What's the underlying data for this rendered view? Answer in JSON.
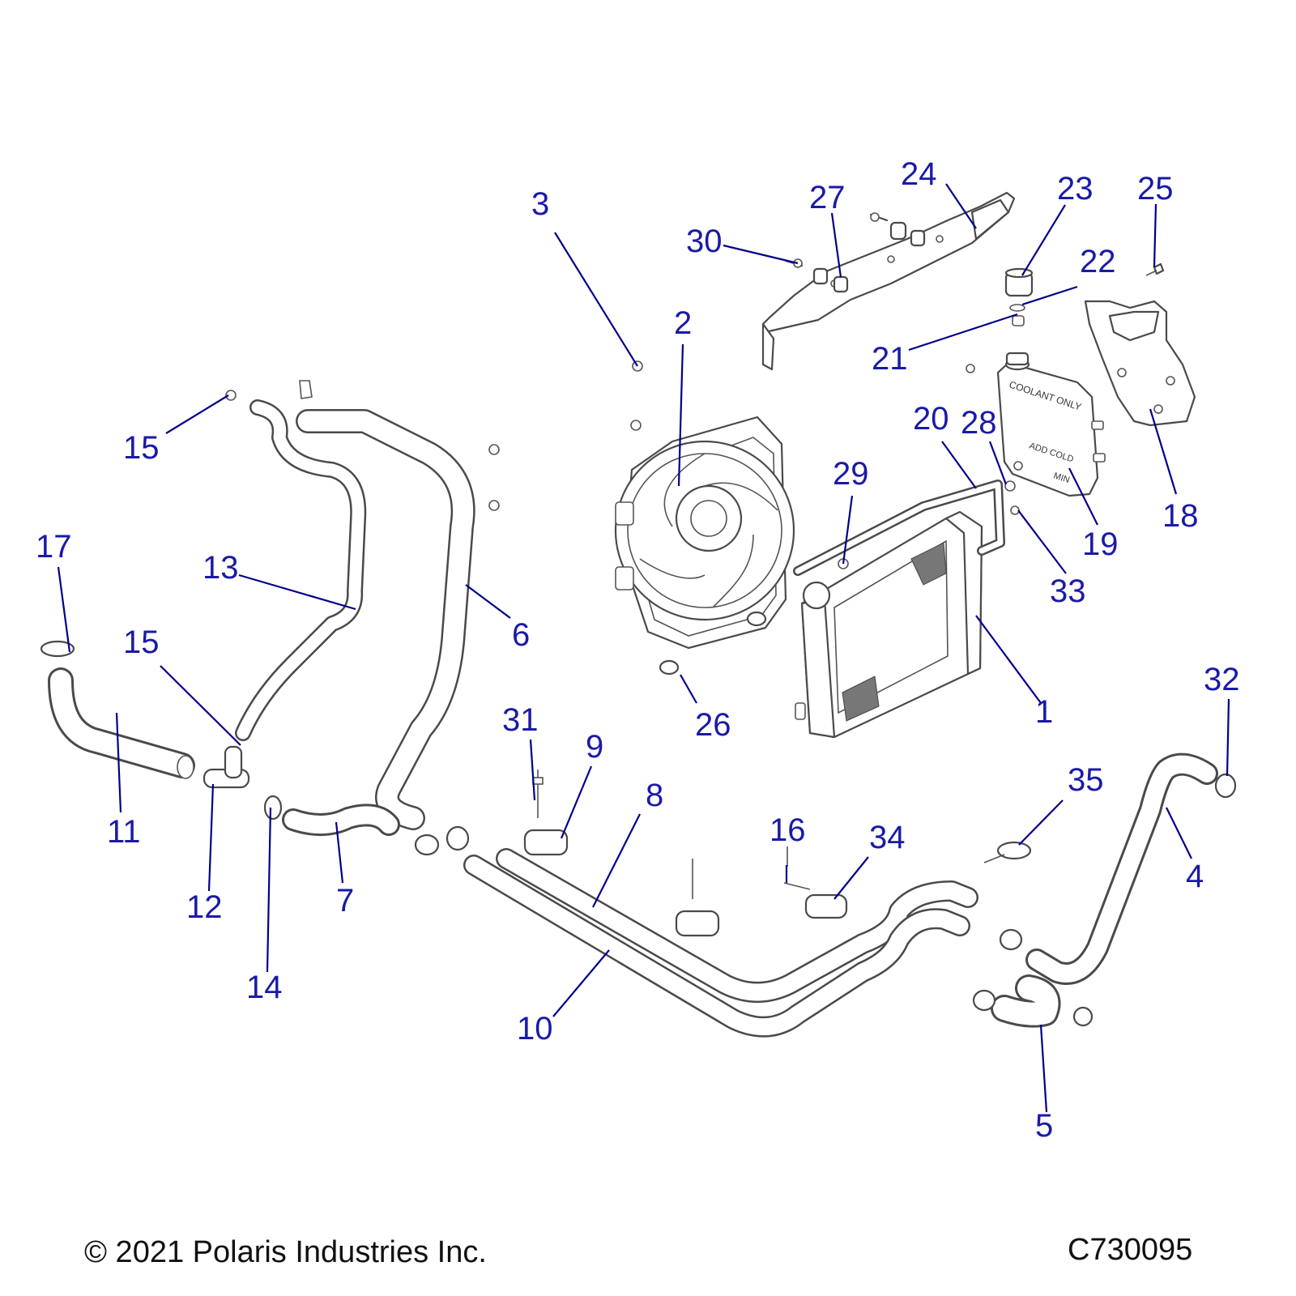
{
  "callouts": {
    "c1": "1",
    "c2": "2",
    "c3": "3",
    "c4": "4",
    "c5": "5",
    "c6": "6",
    "c7": "7",
    "c8": "8",
    "c9": "9",
    "c10": "10",
    "c11": "11",
    "c12": "12",
    "c13": "13",
    "c14": "14",
    "c15a": "15",
    "c15b": "15",
    "c16": "16",
    "c17": "17",
    "c18": "18",
    "c19": "19",
    "c20": "20",
    "c21": "21",
    "c22": "22",
    "c23": "23",
    "c24": "24",
    "c25": "25",
    "c26": "26",
    "c27": "27",
    "c28": "28",
    "c29": "29",
    "c30": "30",
    "c31": "31",
    "c32": "32",
    "c33": "33",
    "c34": "34",
    "c35": "35"
  },
  "reservoir_text": {
    "line1": "COOLANT ONLY",
    "line2": "ADD COLD",
    "line3": "MIN"
  },
  "footer": {
    "copyright": "© 2021 Polaris Industries Inc.",
    "drawing_id": "C730095"
  },
  "colors": {
    "callout": "#1a1aa8",
    "leader": "#00008b",
    "outline": "#4a4a4a"
  }
}
